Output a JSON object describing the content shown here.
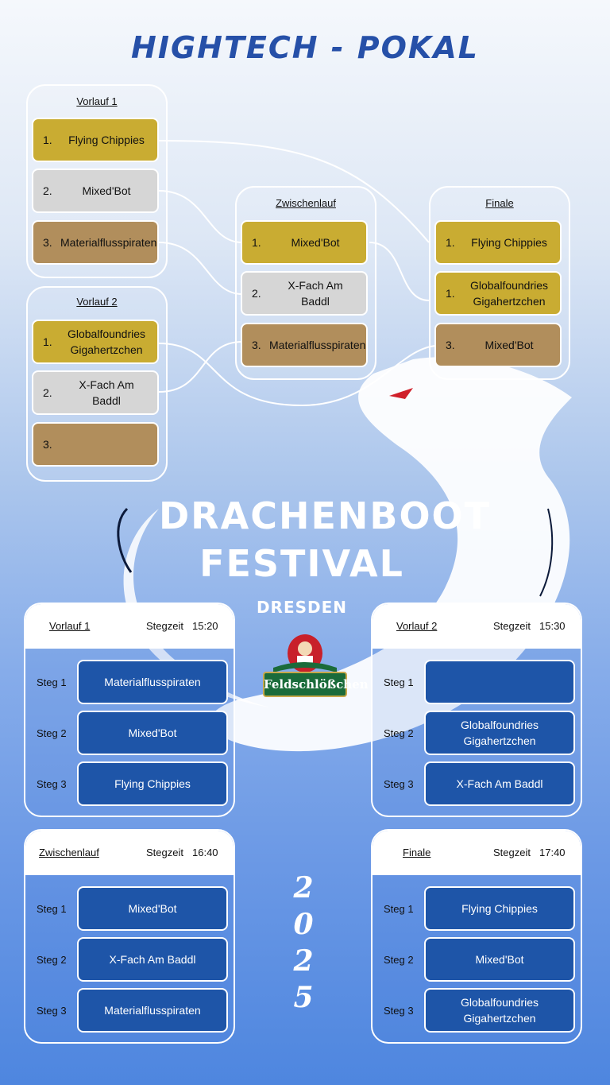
{
  "title": "HIGHTECH - POKAL",
  "bracket": {
    "vorlauf1": {
      "heading": "Vorlauf 1",
      "slots": [
        {
          "rank": "1.",
          "name": "Flying Chippies"
        },
        {
          "rank": "2.",
          "name": "Mixed'Bot"
        },
        {
          "rank": "3.",
          "name": "Materialflusspiraten"
        }
      ]
    },
    "vorlauf2": {
      "heading": "Vorlauf 2",
      "slots": [
        {
          "rank": "1.",
          "name": "Globalfoundries Gigahertzchen"
        },
        {
          "rank": "2.",
          "name": "X-Fach Am Baddl"
        },
        {
          "rank": "3.",
          "name": ""
        }
      ]
    },
    "zwischenlauf": {
      "heading": "Zwischenlauf",
      "slots": [
        {
          "rank": "1.",
          "name": "Mixed'Bot"
        },
        {
          "rank": "2.",
          "name": "X-Fach Am Baddl"
        },
        {
          "rank": "3.",
          "name": "Materialflusspiraten"
        }
      ]
    },
    "finale": {
      "heading": "Finale",
      "slots": [
        {
          "rank": "1.",
          "name": "Flying Chippies"
        },
        {
          "rank": "1.",
          "name": "Globalfoundries Gigahertzchen"
        },
        {
          "rank": "3.",
          "name": "Mixed'Bot"
        }
      ]
    }
  },
  "festival": {
    "line1": "DRACHENBOOT",
    "line2": "FESTIVAL",
    "city": "DRESDEN"
  },
  "sponsor": {
    "name": "Feldschlößchen"
  },
  "year": [
    "2",
    "0",
    "2",
    "5"
  ],
  "schedule": {
    "time_label": "Stegzeit",
    "vorlauf1": {
      "stage": "Vorlauf 1",
      "time": "15:20",
      "lanes": [
        {
          "steg": "Steg 1",
          "team": "Materialflusspiraten"
        },
        {
          "steg": "Steg 2",
          "team": "Mixed'Bot"
        },
        {
          "steg": "Steg 3",
          "team": "Flying Chippies"
        }
      ]
    },
    "vorlauf2": {
      "stage": "Vorlauf 2",
      "time": "15:30",
      "lanes": [
        {
          "steg": "Steg 1",
          "team": ""
        },
        {
          "steg": "Steg 2",
          "team": "Globalfoundries Gigahertzchen"
        },
        {
          "steg": "Steg 3",
          "team": "X-Fach Am Baddl"
        }
      ]
    },
    "zwischenlauf": {
      "stage": "Zwischenlauf",
      "time": "16:40",
      "lanes": [
        {
          "steg": "Steg 1",
          "team": "Mixed'Bot"
        },
        {
          "steg": "Steg 2",
          "team": "X-Fach Am Baddl"
        },
        {
          "steg": "Steg 3",
          "team": "Materialflusspiraten"
        }
      ]
    },
    "finale": {
      "stage": "Finale",
      "time": "17:40",
      "lanes": [
        {
          "steg": "Steg 1",
          "team": "Flying Chippies"
        },
        {
          "steg": "Steg 2",
          "team": "Mixed'Bot"
        },
        {
          "steg": "Steg 3",
          "team": "Globalfoundries Gigahertzchen"
        }
      ]
    }
  },
  "colors": {
    "gold": "#c9ac32",
    "silver": "#d6d6d6",
    "bronze": "#b18e5c",
    "lane_blue": "#1e55a8",
    "title_blue": "#2650a8"
  }
}
